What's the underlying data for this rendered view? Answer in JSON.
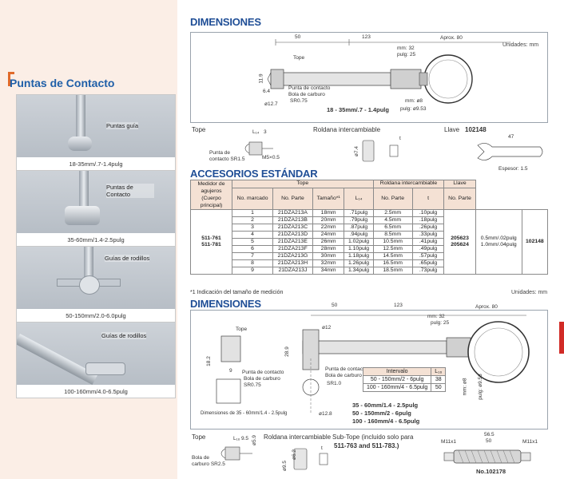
{
  "left": {
    "title": "Puntas de Contacto",
    "items": [
      {
        "caption": "18-35mm/.7-1.4pulg",
        "label": "Puntas guía"
      },
      {
        "caption": "35-60mm/1.4-2.5pulg",
        "label": "Puntas de Contacto"
      },
      {
        "caption": "50-150mm/2.0-6.0pulg",
        "label": "Guías de rodillos"
      },
      {
        "caption": "100-160mm/4.0-6.5pulg",
        "label": "Guías de rodillos"
      }
    ]
  },
  "dim1": {
    "title": "DIMENSIONES",
    "units": "Unidades: mm",
    "dims": {
      "d50": "50",
      "d123": "123",
      "aprox": "Aprox. 80",
      "mm32": "mm: 32",
      "pulg25": "pulg: 25",
      "tope": "Tope",
      "d119": "11.9",
      "d64": "6.4",
      "d127": "ø12.7",
      "mm8": "mm: ø8",
      "pulg953": "pulg: ø9.53"
    },
    "labels": {
      "punta": "Punta de contacto",
      "bola": "Bola de carburo",
      "sr": "SR0.75"
    },
    "range": "18 - 35mm/.7 - 1.4pulg"
  },
  "parts": {
    "tope": "Tope",
    "l14": "L₁₄",
    "three": "3",
    "punta": "Punta de",
    "contacto": "contacto SR1.5",
    "m5": "M5×0.5",
    "roldana": "Roldana intercambiable",
    "o74": "ø7.4",
    "t": "t",
    "llave": "Llave",
    "llave_no": "102148",
    "d47": "47",
    "espesor": "Espesor: 1.5"
  },
  "acc": {
    "title": "ACCESORIOS ESTÁNDAR",
    "headers": {
      "medidor": "Medidor de agujeros (Cuerpo principal)",
      "tope": "Tope",
      "roldana": "Roldana intercambiable",
      "llave": "Llave",
      "no_marcado": "No. marcado",
      "no_parte": "No. Parte",
      "tamano": "Tamaño*¹",
      "l14": "L₁₄",
      "no_parte2": "No. Parte",
      "t": "t",
      "no_parte3": "No. Parte"
    },
    "models": [
      "511-761",
      "511-781"
    ],
    "rows": [
      [
        "1",
        "21DZA213A",
        "18mm",
        ".71pulg",
        "2.5mm",
        ".10pulg"
      ],
      [
        "2",
        "21DZA213B",
        "20mm",
        ".79pulg",
        "4.5mm",
        ".18pulg"
      ],
      [
        "3",
        "21DZA213C",
        "22mm",
        ".87pulg",
        "6.5mm",
        ".26pulg"
      ],
      [
        "4",
        "21DZA213D",
        "24mm",
        ".94pulg",
        "8.5mm",
        ".33pulg"
      ],
      [
        "5",
        "21DZA213E",
        "26mm",
        "1.02pulg",
        "10.5mm",
        ".41pulg"
      ],
      [
        "6",
        "21DZA213F",
        "28mm",
        "1.10pulg",
        "12.5mm",
        ".49pulg"
      ],
      [
        "7",
        "21DZA213G",
        "30mm",
        "1.18pulg",
        "14.5mm",
        ".57pulg"
      ],
      [
        "8",
        "21DZA213H",
        "32mm",
        "1.26pulg",
        "16.5mm",
        ".65pulg"
      ],
      [
        "9",
        "21DZA213J",
        "34mm",
        "1.34pulg",
        "18.5mm",
        ".73pulg"
      ]
    ],
    "roldana_parts": [
      "205623",
      "205624"
    ],
    "t_values": [
      "0.5mm/.02pulg",
      "1.0mm/.04pulg"
    ],
    "llave_part": "102148",
    "note": "*1 Indicación del tamaño de medición",
    "units": "Unidades: mm"
  },
  "dim2": {
    "title": "DIMENSIONES",
    "dims": {
      "d50": "50",
      "d123": "123",
      "aprox": "Aprox. 80",
      "mm32": "mm: 32",
      "pulg25": "pulg: 25",
      "tope": "Tope",
      "d12": "ø12",
      "d289": "28.9",
      "d182": "18.2",
      "d9": "9",
      "d128": "ø12.8",
      "mm8": "mm: ø8",
      "pulg953": "pulg: ø9.53"
    },
    "labels": {
      "punta": "Punta de contacto",
      "bola": "Bola de carburo",
      "sr1": "SR1.0",
      "punta2": "Punta de contacto",
      "bola2": "Bola de carburo",
      "sr075": "SR0.75",
      "dims35": "Dimensiones de 35 - 60mm/1.4 - 2.5pulg"
    },
    "interval_headers": [
      "Intervalo",
      "L₁₆"
    ],
    "interval_rows": [
      [
        "50 - 150mm/2 - 6pulg",
        "38"
      ],
      [
        "100 - 160mm/4 - 6.5pulg",
        "50"
      ]
    ],
    "ranges": [
      "35 - 60mm/1.4 - 2.5pulg",
      "50 - 150mm/2 - 6pulg",
      "100 - 160mm/4 - 6.5pulg"
    ]
  },
  "bottom": {
    "tope": "Tope",
    "l16": "L₁₆",
    "d95": "9.5",
    "d59": "ø5.9",
    "bola": "Bola de",
    "carburo": "carburo SR2.5",
    "roldana": "Roldana intercambiable",
    "d62": "ø6.2",
    "d95b": "ø9.5",
    "t": "t",
    "subtope": "Sub-Tope (incluido solo para",
    "subtope2": "511-763 and 511-783.)",
    "m11a": "M11x1",
    "m11b": "M11x1",
    "d565": "56.5",
    "d50": "50",
    "part": "No.102178"
  }
}
